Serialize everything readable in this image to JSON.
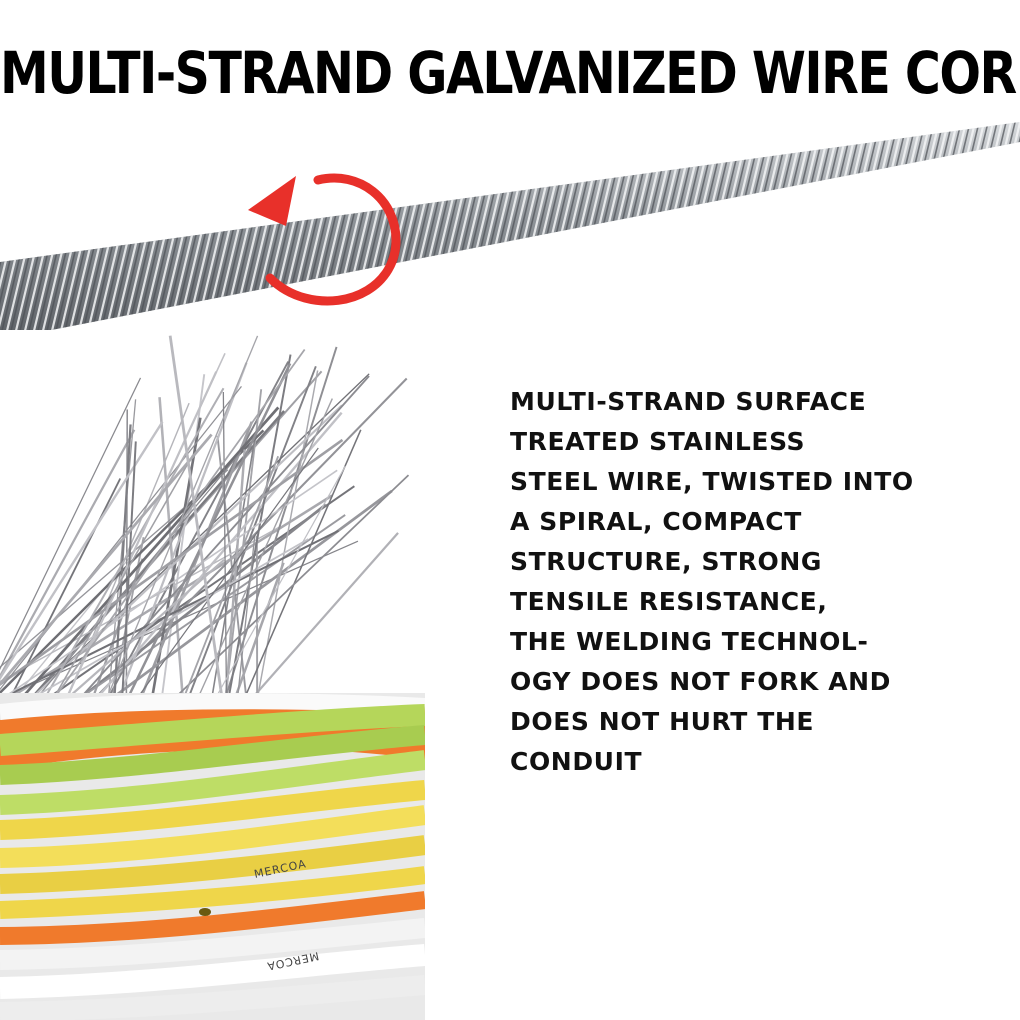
{
  "headline": "MULTI-STRAND GALVANIZED WIRE CORE",
  "description_lines": [
    "MULTI-STRAND SURFACE",
    "TREATED STAINLESS",
    "STEEL WIRE, TWISTED INTO",
    "A SPIRAL, COMPACT",
    "STRUCTURE, STRONG",
    "TENSILE RESISTANCE,",
    "THE WELDING TECHNOL-",
    "OGY DOES NOT FORK AND",
    "DOES NOT HURT THE",
    "CONDUIT"
  ],
  "housing_print": "MERCOA",
  "colors": {
    "rotation_arrow": "#e8302a",
    "cable_steel": "#9a9ea3",
    "housing_green": "#b5d65a",
    "housing_yellow": "#efd64a",
    "housing_orange": "#f07a2c",
    "housing_white": "#f2f2f2"
  },
  "icons": [
    "rotation-arrow-icon"
  ]
}
